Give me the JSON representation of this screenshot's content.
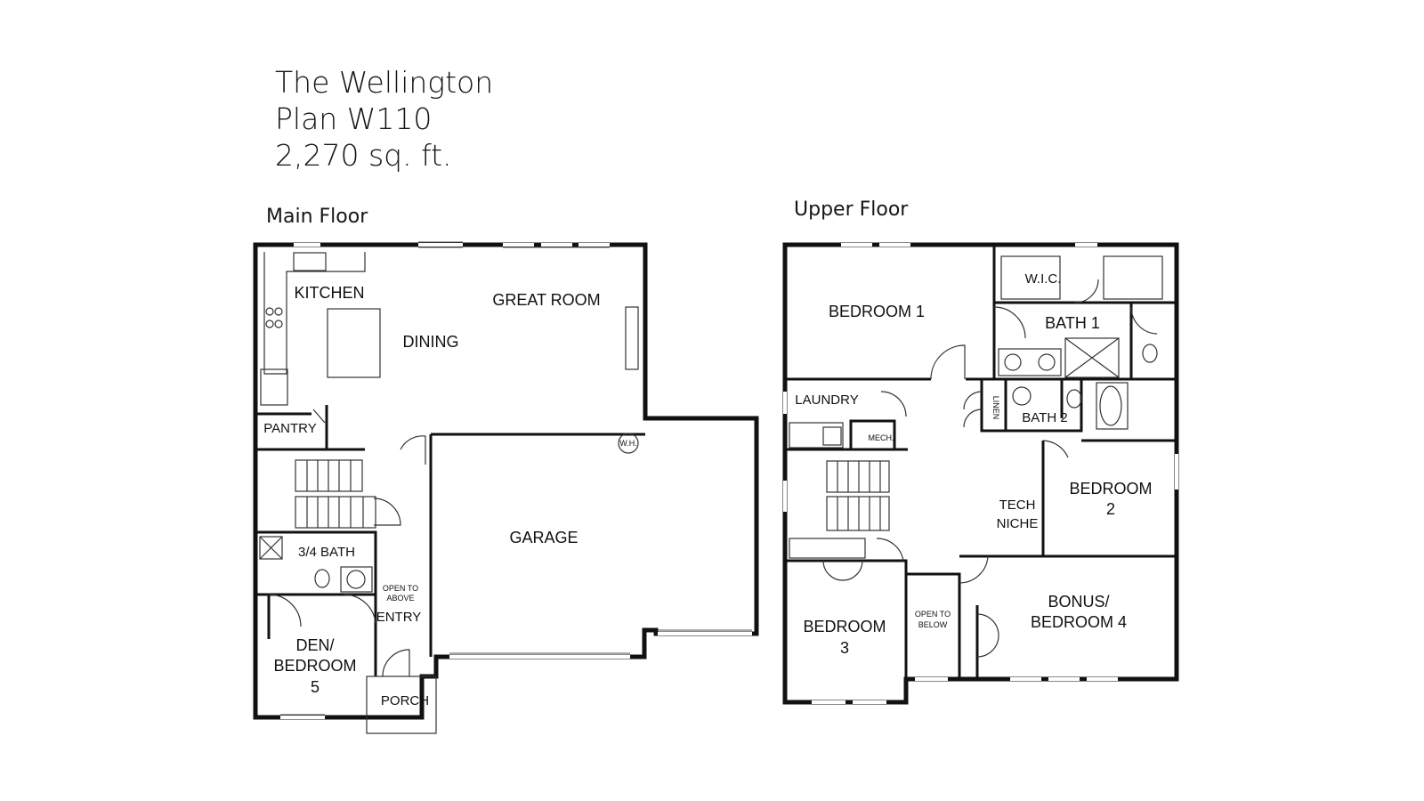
{
  "header": {
    "name": "The Wellington",
    "plan": "Plan W110",
    "area": "2,270 sq. ft."
  },
  "main_floor": {
    "label": "Main Floor",
    "rooms": {
      "kitchen": "KITCHEN",
      "great_room": "GREAT ROOM",
      "dining": "DINING",
      "pantry": "PANTRY",
      "wh": "W.H.",
      "garage": "GARAGE",
      "bath": "3/4 BATH",
      "open_above_1": "OPEN TO",
      "open_above_2": "ABOVE",
      "entry": "ENTRY",
      "den_1": "DEN/",
      "den_2": "BEDROOM",
      "den_3": "5",
      "porch": "PORCH"
    }
  },
  "upper_floor": {
    "label": "Upper Floor",
    "rooms": {
      "bedroom1": "BEDROOM 1",
      "wic": "W.I.C.",
      "bath1": "BATH 1",
      "laundry": "LAUNDRY",
      "linen": "LINEN",
      "bath2": "BATH 2",
      "mech": "MECH.",
      "tech_1": "TECH",
      "tech_2": "NICHE",
      "bedroom2_1": "BEDROOM",
      "bedroom2_2": "2",
      "bedroom3_1": "BEDROOM",
      "bedroom3_2": "3",
      "open_below_1": "OPEN TO",
      "open_below_2": "BELOW",
      "bonus_1": "BONUS/",
      "bonus_2": "BEDROOM 4"
    }
  }
}
